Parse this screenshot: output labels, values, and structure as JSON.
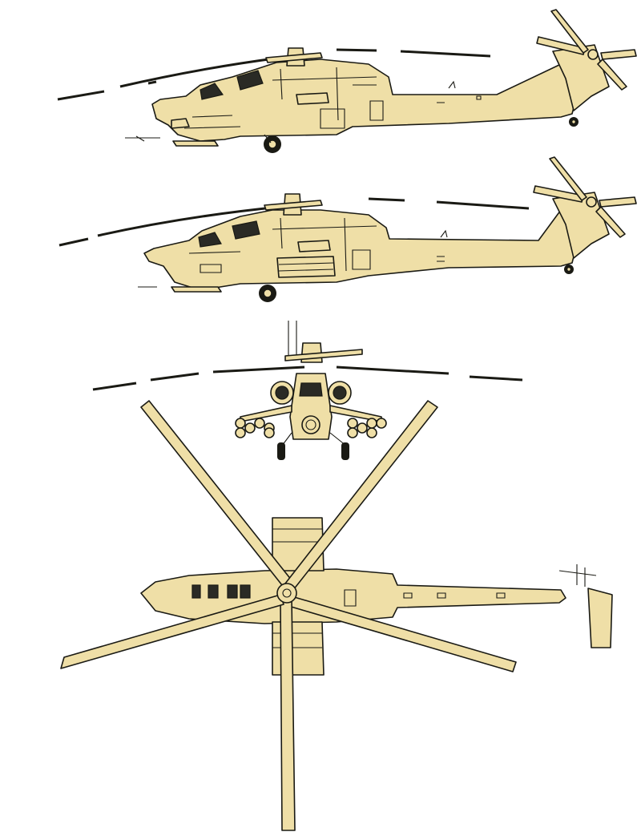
{
  "colors": {
    "background": "#ffffff",
    "fill": "#efdfa7",
    "stroke": "#1a1a14",
    "glass": "#2a2a25"
  },
  "views": [
    {
      "name": "side-view-upper"
    },
    {
      "name": "side-view-lower"
    },
    {
      "name": "front-view"
    },
    {
      "name": "top-view"
    }
  ]
}
